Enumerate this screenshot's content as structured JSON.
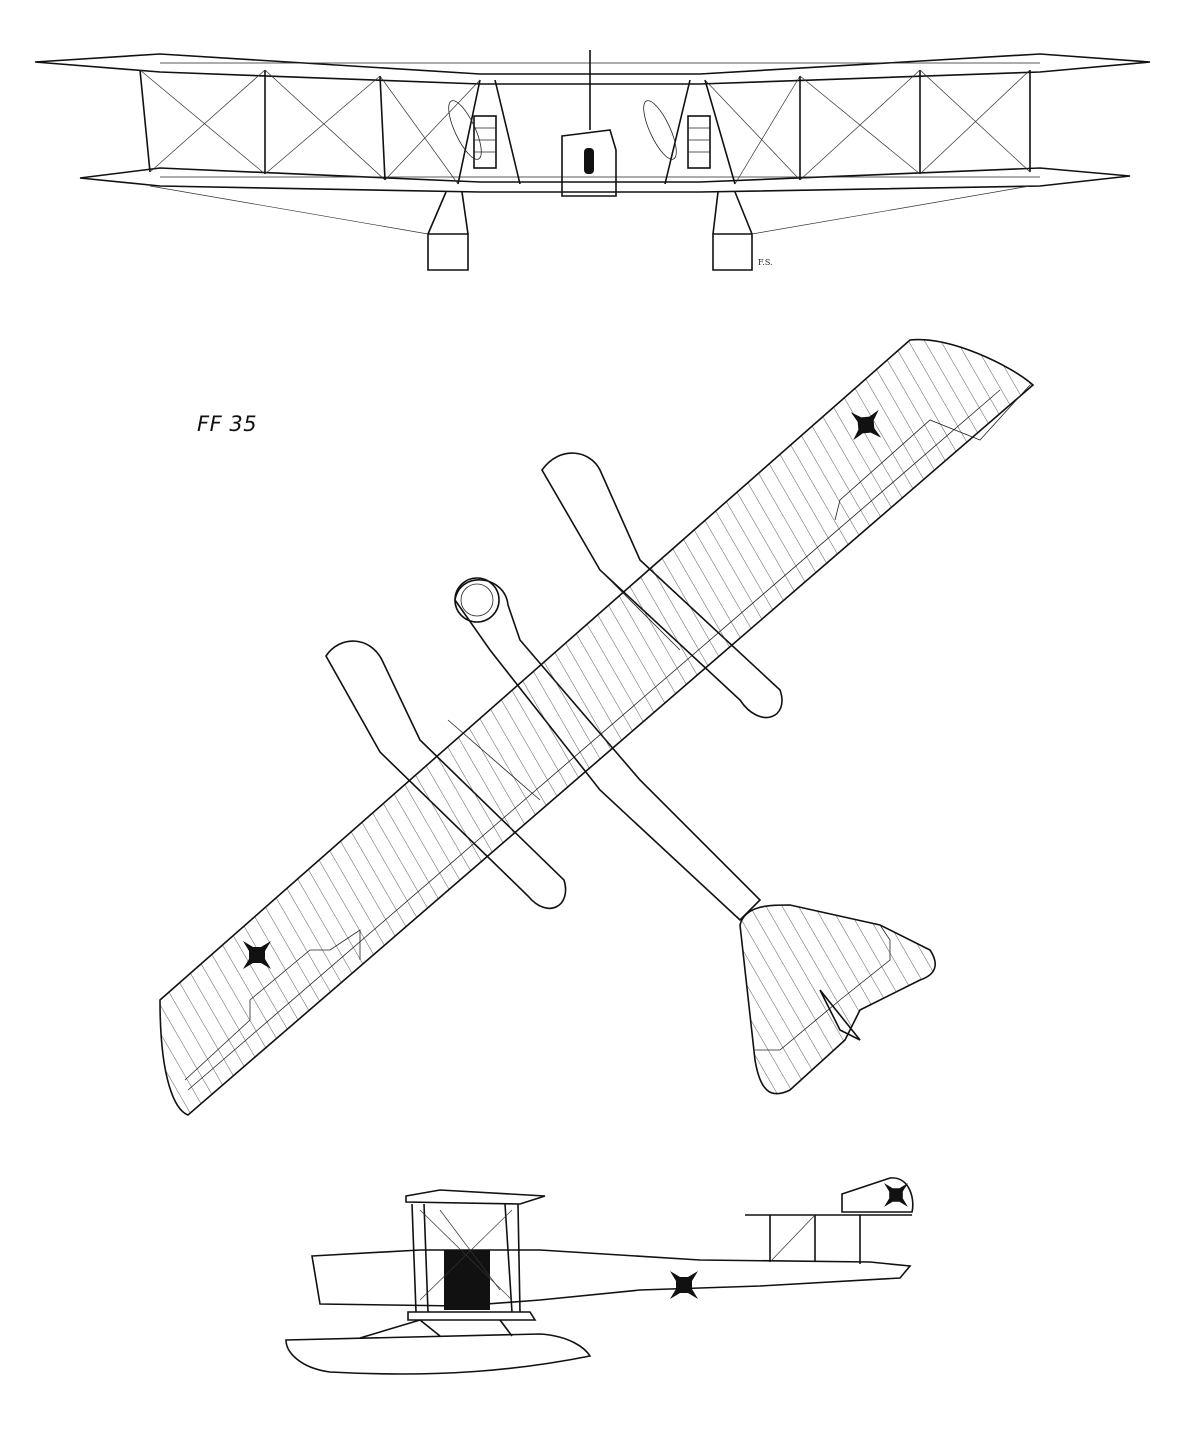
{
  "drawing": {
    "designation": "FF 35",
    "draftsman_initials": "F.S.",
    "views": [
      "front",
      "top",
      "side"
    ]
  },
  "colors": {
    "ink": "#111111",
    "paper": "#ffffff"
  },
  "insignia": {
    "type": "cross-patee",
    "color": "#111111"
  }
}
